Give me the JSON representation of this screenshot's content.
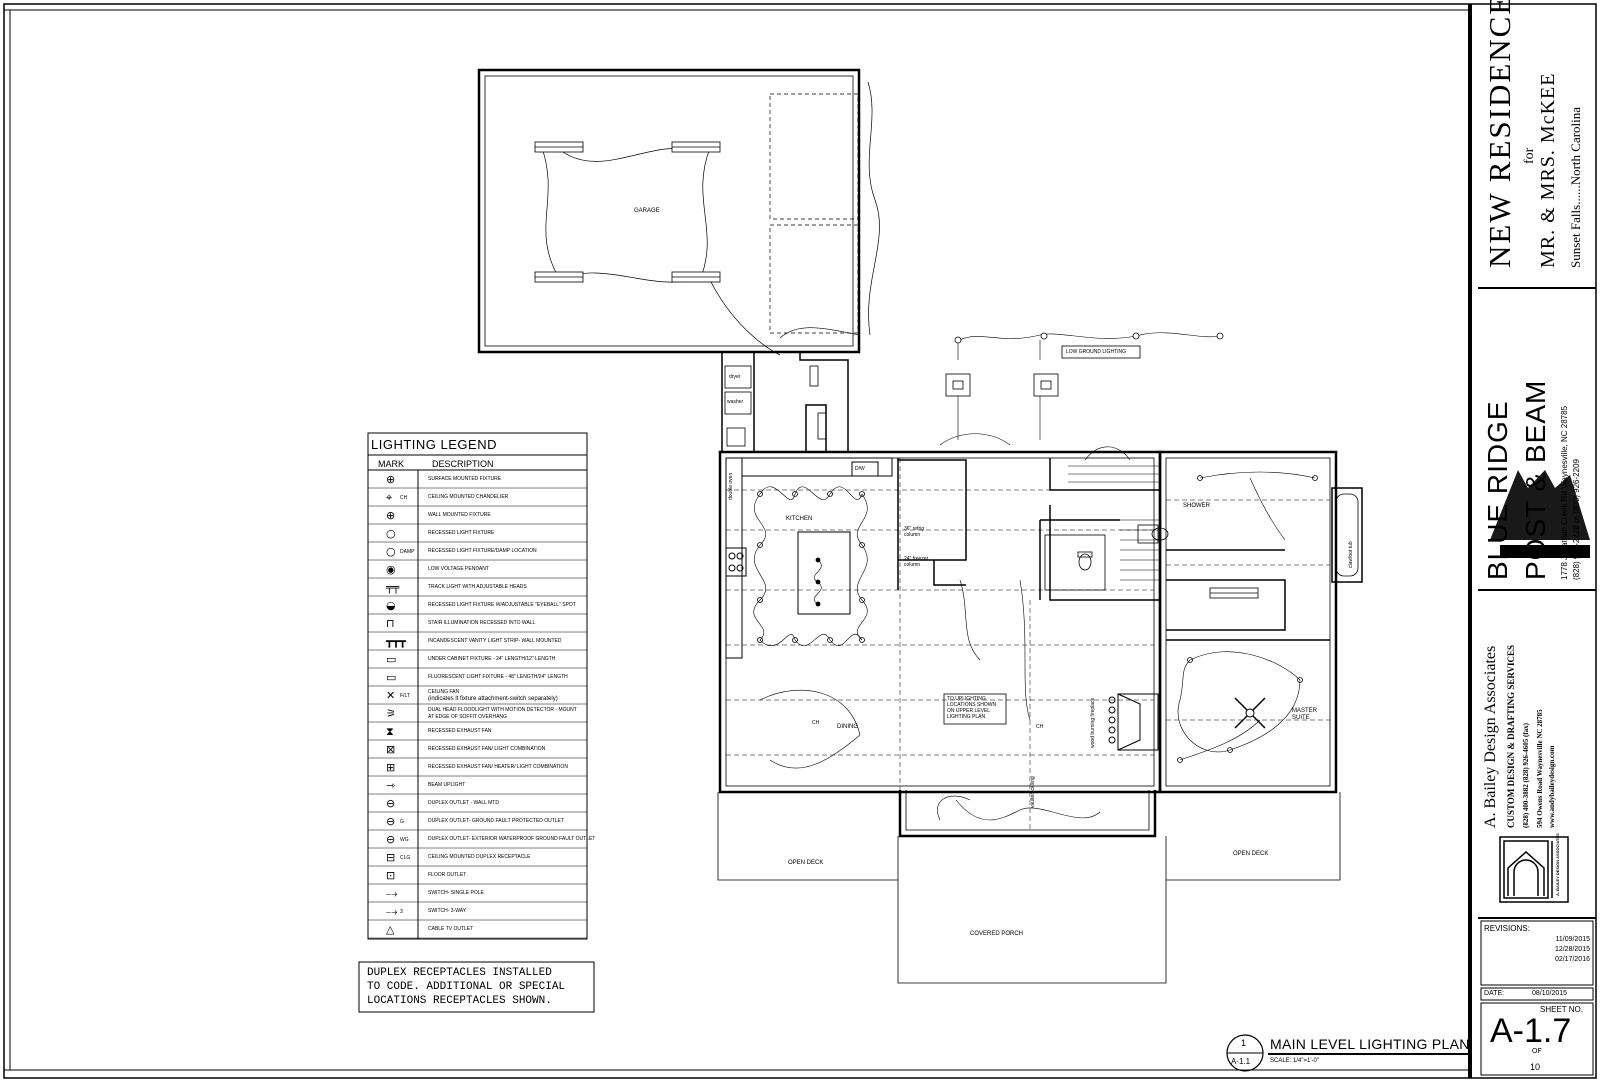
{
  "sheet": {
    "drawing_title": "MAIN LEVEL LIGHTING PLAN",
    "scale": "SCALE: 1/4\"=1'-0\"",
    "detail_number": "1",
    "detail_sheet": "A-1.1",
    "sheet_no_label": "SHEET NO.",
    "sheet_no": "A-1.7",
    "of_label": "OF",
    "total_sheets": "10",
    "date_label": "DATE:",
    "date": "08/10/2015",
    "revisions_label": "REVISIONS:",
    "revisions": [
      "11/09/2015",
      "12/28/2015",
      "02/17/2016"
    ]
  },
  "project": {
    "title": "NEW RESIDENCE",
    "for": "for",
    "client": "MR. & MRS. McKEE",
    "location": "Sunset Falls......North Carolina"
  },
  "builder": {
    "name_line1": "BLUE RIDGE",
    "name_line2": "POST & BEAM",
    "address": "1778 Jonathan Creek Rd Waynesville, NC 28785",
    "phone": "(828) 926-2228 or (800) 926-2209"
  },
  "designer": {
    "name": "A. Bailey Design Associates",
    "tagline": "CUSTOM DESIGN & DRAFTING SERVICES",
    "phones": "(828) 400-3882          (828) 926-4605 (fax)",
    "address": "594 Owens Road    Waynesville   NC  28785",
    "web": "www.andybaileydesign.com",
    "logo_text": "A. BAILEY DESIGN ASSOCIATES"
  },
  "legend": {
    "title": "LIGHTING LEGEND",
    "col_mark": "MARK",
    "col_desc": "DESCRIPTION",
    "items": [
      {
        "icon": "surface-fixture-icon",
        "desc": "SURFACE MOUNTED FIXTURE"
      },
      {
        "icon": "chandelier-icon",
        "mark": "CH",
        "desc": "CEILING MOUNTED CHANDELIER"
      },
      {
        "icon": "wall-fixture-icon",
        "desc": "WALL MOUNTED FIXTURE"
      },
      {
        "icon": "recessed-light-icon",
        "desc": "RECESSED LIGHT FIXTURE"
      },
      {
        "icon": "recessed-damp-icon",
        "mark": "DAMP",
        "desc": "RECESSED LIGHT FIXTURE/DAMP LOCATION"
      },
      {
        "icon": "pendant-icon",
        "desc": "LOW VOLTAGE PENDANT"
      },
      {
        "icon": "track-light-icon",
        "desc": "TRACK LIGHT WITH ADJUSTABLE HEADS"
      },
      {
        "icon": "eyeball-spot-icon",
        "desc": "RECESSED LIGHT FIXTURE W/ADJUSTABLE \"EYEBALL\" SPOT"
      },
      {
        "icon": "stair-light-icon",
        "desc": "STAIR ILLUMINATION RECESSED INTO WALL"
      },
      {
        "icon": "vanity-strip-icon",
        "desc": "INCANDESCENT VANITY LIGHT STRIP- WALL MOUNTED"
      },
      {
        "icon": "under-cabinet-icon",
        "desc": "UNDER CABINET FIXTURE - 24\" LENGTH/12\" LENGTH"
      },
      {
        "icon": "fluorescent-icon",
        "desc": "FLUORESCENT LIGHT FIXTURE - 48\" LENGTH/24\" LENGTH"
      },
      {
        "icon": "ceiling-fan-icon",
        "mark": "F/LT",
        "desc": "CEILING FAN",
        "desc2": "(indicates lt fixture attachment-switch separately)"
      },
      {
        "icon": "flood-light-icon",
        "desc": "DUAL HEAD FLOODLIGHT WITH MOTION DETECTOR - MOUNT",
        "desc2": "AT EDGE OF SOFFIT OVERHANG"
      },
      {
        "icon": "exhaust-fan-icon",
        "desc": "RECESSED EXHAUST FAN"
      },
      {
        "icon": "exhaust-fan-light-icon",
        "desc": "RECESSED EXHAUST FAN/ LIGHT COMBINATION"
      },
      {
        "icon": "exhaust-fan-heater-icon",
        "desc": "RECESSED EXHAUST FAN/ HEATER/ LIGHT COMBINATION"
      },
      {
        "icon": "beam-uplight-icon",
        "desc": "BEAM UPLIGHT"
      },
      {
        "icon": "duplex-outlet-icon",
        "desc": "DUPLEX OUTLET - WALL MTD"
      },
      {
        "icon": "gfi-outlet-icon",
        "mark": "G",
        "desc": "DUPLEX OUTLET- GROUND FAULT PROTECTED OUTLET"
      },
      {
        "icon": "wp-gfi-outlet-icon",
        "mark": "WG",
        "desc": "DUPLEX OUTLET- EXTERIOR WATERPROOF GROUND FAULT OUTLET"
      },
      {
        "icon": "ceiling-outlet-icon",
        "mark": "CLG",
        "desc": "CEILING MOUNTED DUPLEX RECEPTACLE"
      },
      {
        "icon": "floor-outlet-icon",
        "desc": "FLOOR OUTLET"
      },
      {
        "icon": "switch-single-icon",
        "desc": "SWITCH- SINGLE POLE"
      },
      {
        "icon": "switch-3way-icon",
        "mark": "3",
        "desc": "SWITCH- 3-WAY"
      },
      {
        "icon": "tv-outlet-icon",
        "desc": "CABLE TV OUTLET"
      }
    ]
  },
  "notes": {
    "receptacles": [
      "DUPLEX RECEPTACLES INSTALLED",
      "TO CODE.  ADDITIONAL OR SPECIAL",
      "LOCATIONS RECEPTACLES SHOWN."
    ],
    "uplighting": [
      "TO UPLIGHTING",
      "LOCATIONS SHOWN",
      "ON UPPER LEVEL",
      "LIGHTING PLAN"
    ],
    "low_ground": "LOW GROUND LIGHTING"
  },
  "rooms": {
    "garage": "GARAGE",
    "dryer": "dryer",
    "washer": "washer",
    "kitchen": "KITCHEN",
    "dw": "D/W",
    "double_oven": "double oven",
    "fridge": "36\" refrig column",
    "freezer": "24\" freezer column",
    "dining": "DINING",
    "shower": "SHOWER",
    "master_suite": "MASTER SUITE",
    "clawfoot_tub": "clawfoot tub",
    "wood_fireplace": "wood burning fireplace",
    "vaulted_ceiling": "vaulted ceiling",
    "open_deck_left": "OPEN DECK",
    "open_deck_right": "OPEN DECK",
    "covered_porch": "COVERED PORCH",
    "ch": "CH"
  }
}
